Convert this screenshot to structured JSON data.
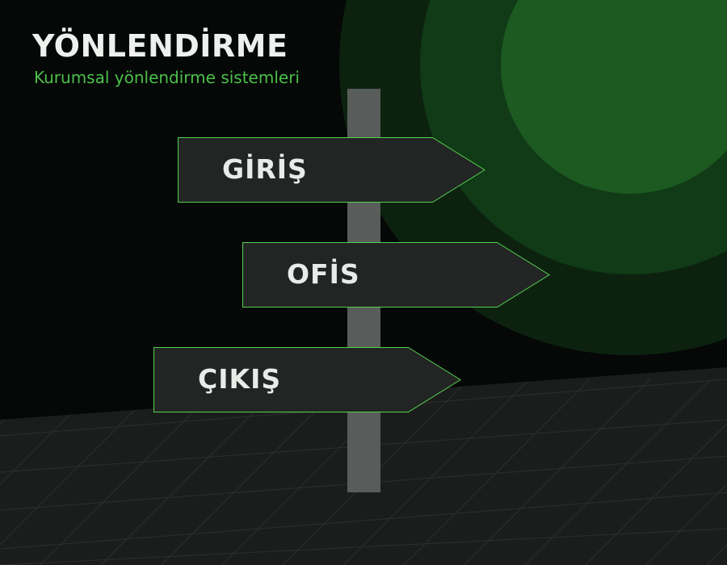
{
  "header": {
    "title": "YÖNLENDİRME",
    "subtitle": "Kurumsal yönlendirme sistemleri"
  },
  "signs": [
    {
      "label": "GİRİŞ"
    },
    {
      "label": "OFİS"
    },
    {
      "label": "ÇIKIŞ"
    }
  ],
  "colors": {
    "background": "#050807",
    "accent": "#4cbf4a",
    "sign_fill": "#222524",
    "sign_border": "#55d24f",
    "post": "#585c5a",
    "floor": "#1b1d1c",
    "circle_outer": "#0c220f",
    "circle_middle": "#113a16",
    "circle_inner": "#1c5a21"
  }
}
